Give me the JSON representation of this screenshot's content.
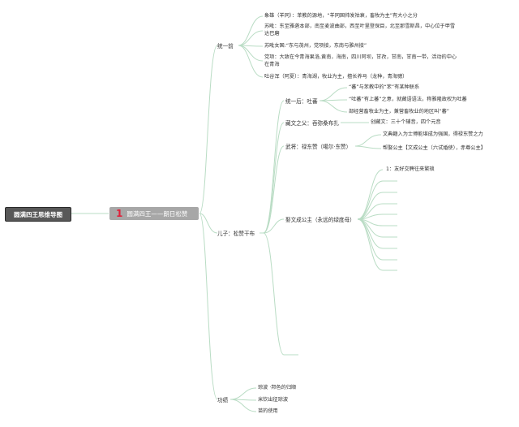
{
  "root": {
    "title": "圆满四王思维导图"
  },
  "main": {
    "number": "1",
    "title": "圆满四王——朗日松赞"
  },
  "branch_unify": {
    "label": "统一前",
    "items": [
      "象雄（羊同）：苯教的源地，“羊同国帅发祜衰，畜牧为主”有大小之分",
      "苏毗：东至雅砻本部，南至麦波曲部，西至叶里登保目，北至那雪斯昌，中心位于甲雪达巴磨",
      "苏毗女国:“东与茂州，党项接，东南与雅州接”",
      "党项：大致在今青海果洛,黄南，海南，四川阿坝，甘孜，甘南，甘南一带，活动的中心在青海",
      "吐谷浑（阿夏）：青海湖，牧业为主，擅长养马（龙种，青海骢）"
    ]
  },
  "branch_son": {
    "label": "儿子：松赞干布",
    "unify": {
      "label": "统一后：吐蕃",
      "items": [
        "“蕃”与苯教中的“苯”有某种联系",
        "“吐蕃”有上蕃”之意，就藏语语法，称雅隆政权为吐蕃",
        "部经营畜牧业为主，兼营畜牧业的地区叫“蕃”"
      ]
    },
    "script": {
      "label": "藏文之父：吞弥桑布扎",
      "child": "创藏文：三十个辅音，四个元音"
    },
    "general": {
      "label": "武将：禄东赞（噶尔·东赞）",
      "items": [
        "文典籍入为士傅能堪成为强国，得禄东赞之力",
        "帮娶公主【文成公主（六试婚使），赤尊公主】"
      ]
    },
    "princess": {
      "label": "娶文成公主（永远的绿度母）",
      "items": [
        "1：友好交聘往来繁琐"
      ]
    }
  },
  "branch_merit": {
    "label": "功绩",
    "items": [
      "琼波 ·邦色的归顺",
      "米钦出征琼波",
      "苗的使用"
    ]
  },
  "colors": {
    "line": "#b9dcc4",
    "root_bg": "#585858",
    "main_bg": "#a7a7a7",
    "accent": "#e0203a"
  }
}
